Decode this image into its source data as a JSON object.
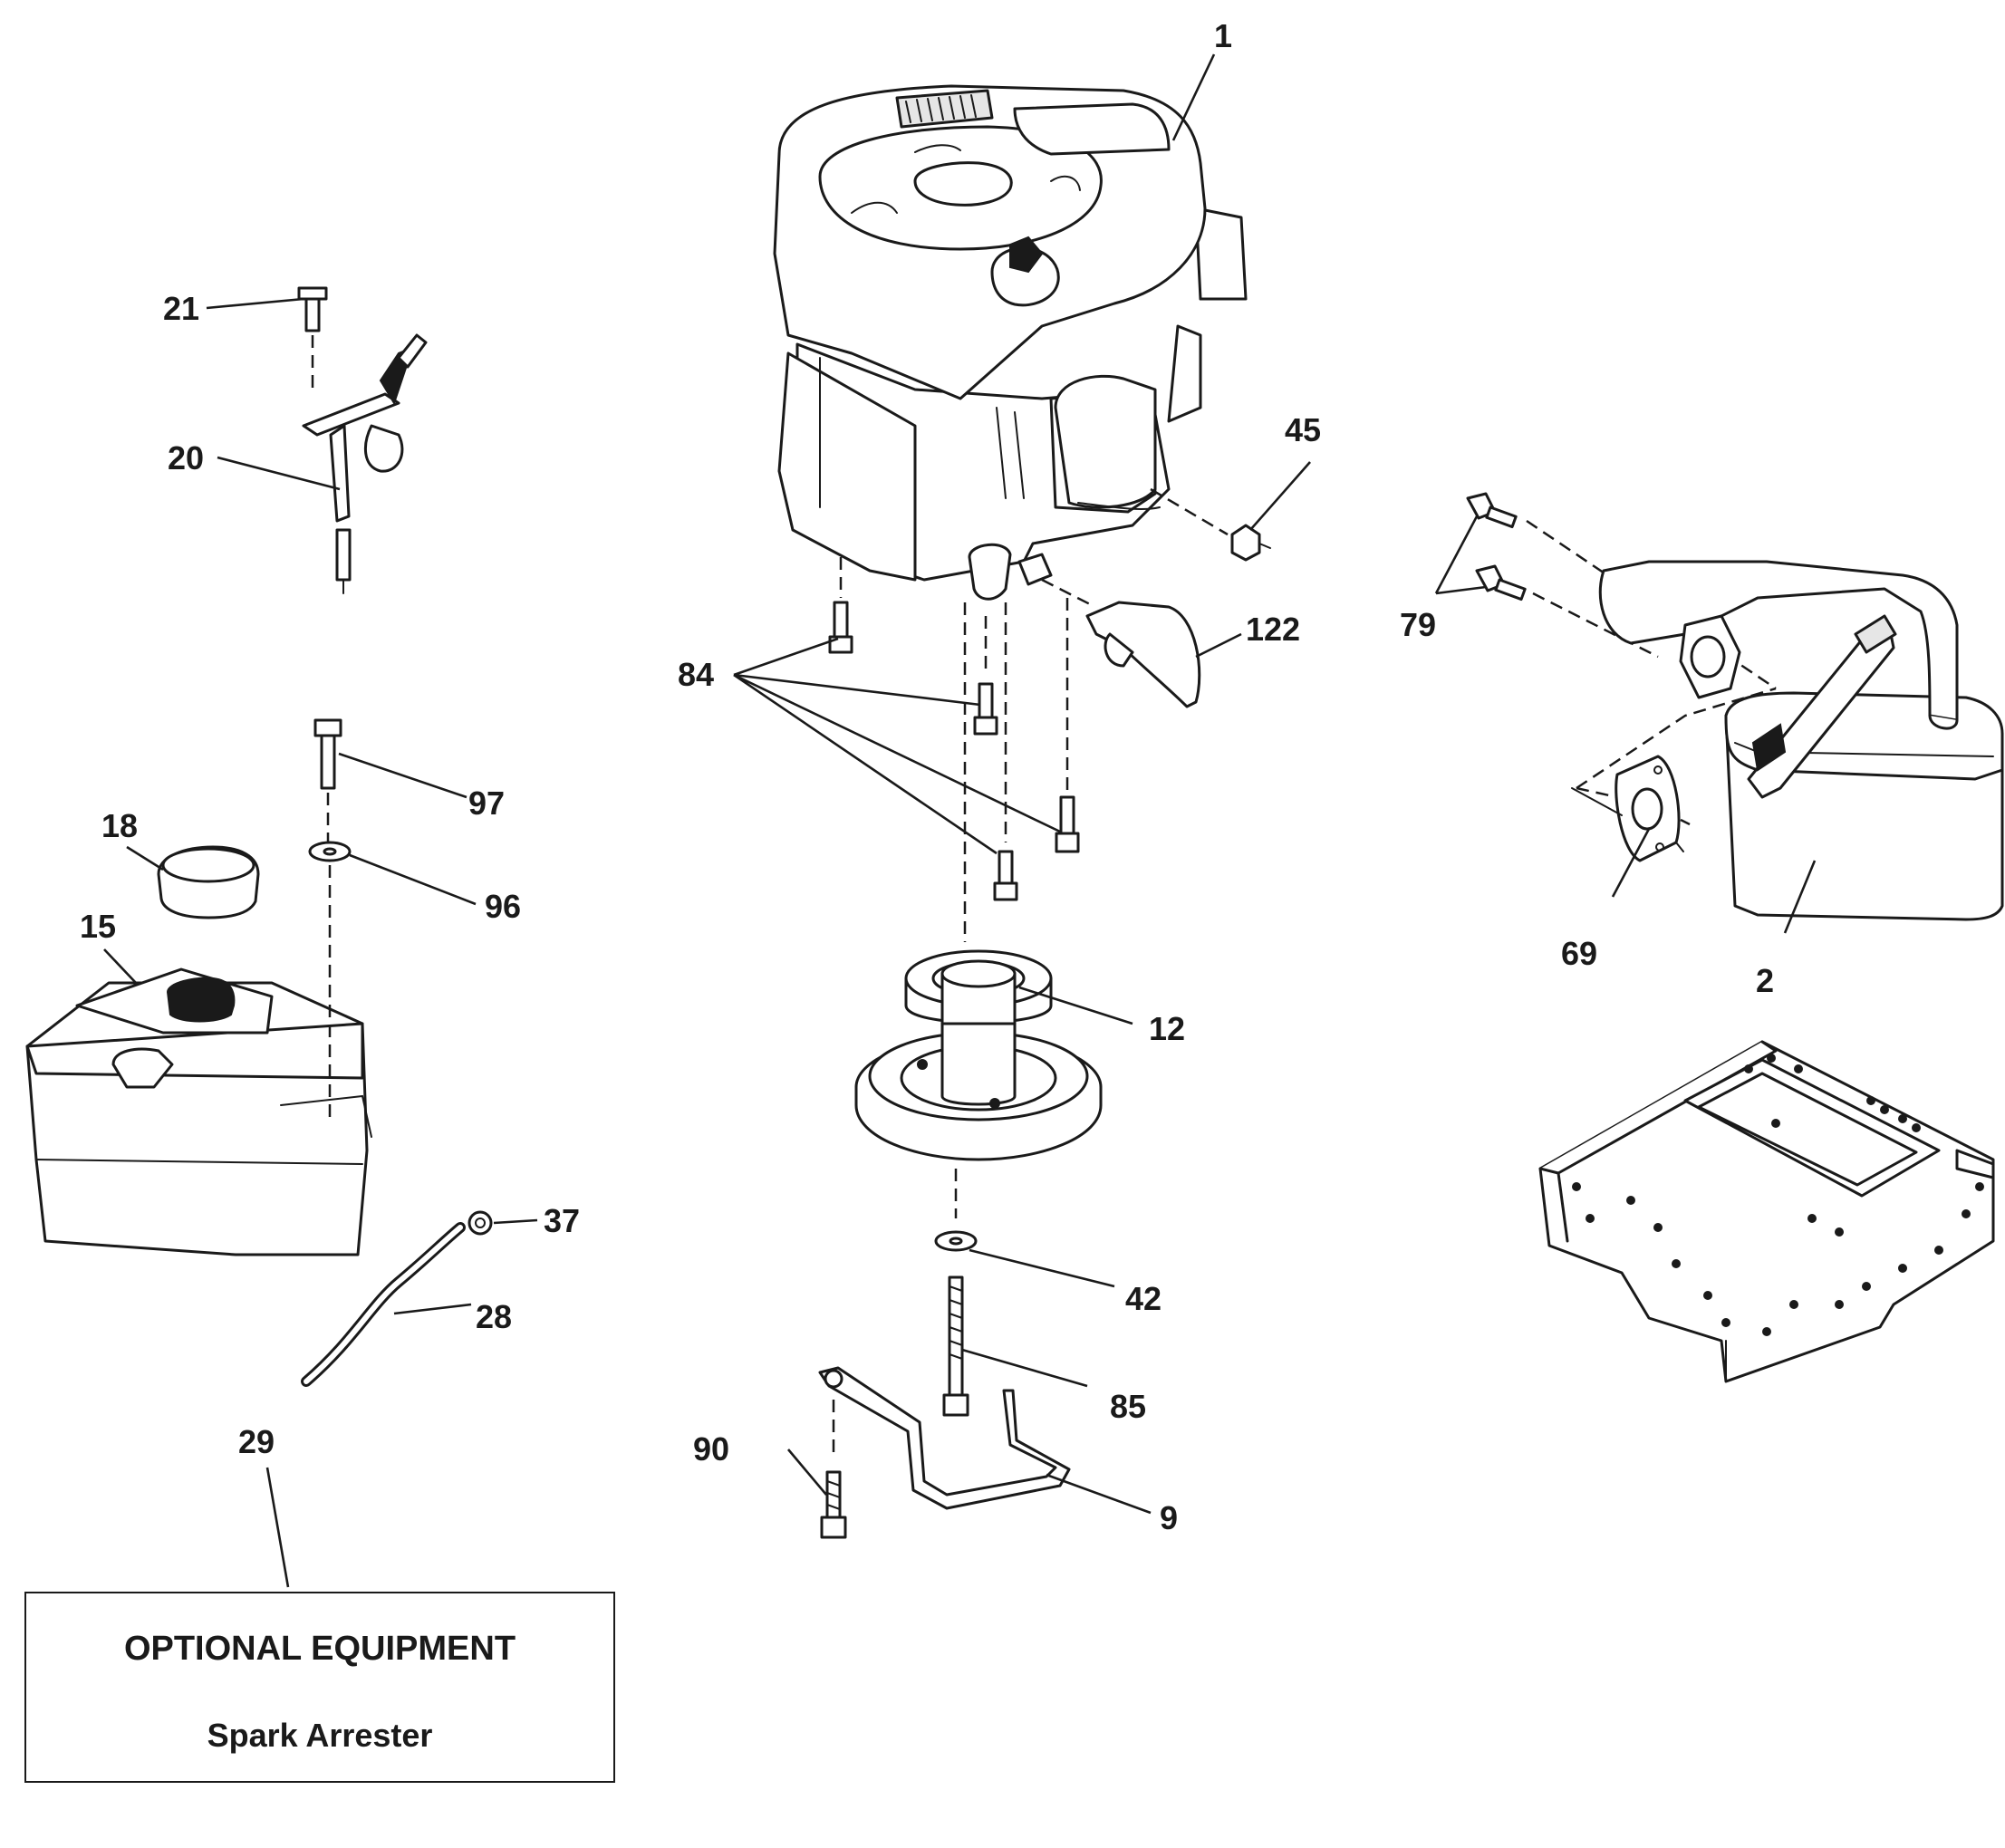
{
  "callouts": {
    "c1": "1",
    "c2": "2",
    "c9": "9",
    "c12": "12",
    "c15": "15",
    "c18": "18",
    "c20": "20",
    "c21": "21",
    "c28": "28",
    "c29": "29",
    "c37": "37",
    "c42": "42",
    "c45": "45",
    "c69": "69",
    "c79": "79",
    "c84": "84",
    "c85": "85",
    "c90": "90",
    "c96": "96",
    "c97": "97",
    "c122": "122"
  },
  "optional_box": {
    "title": "OPTIONAL EQUIPMENT",
    "item": "Spark Arrester"
  }
}
